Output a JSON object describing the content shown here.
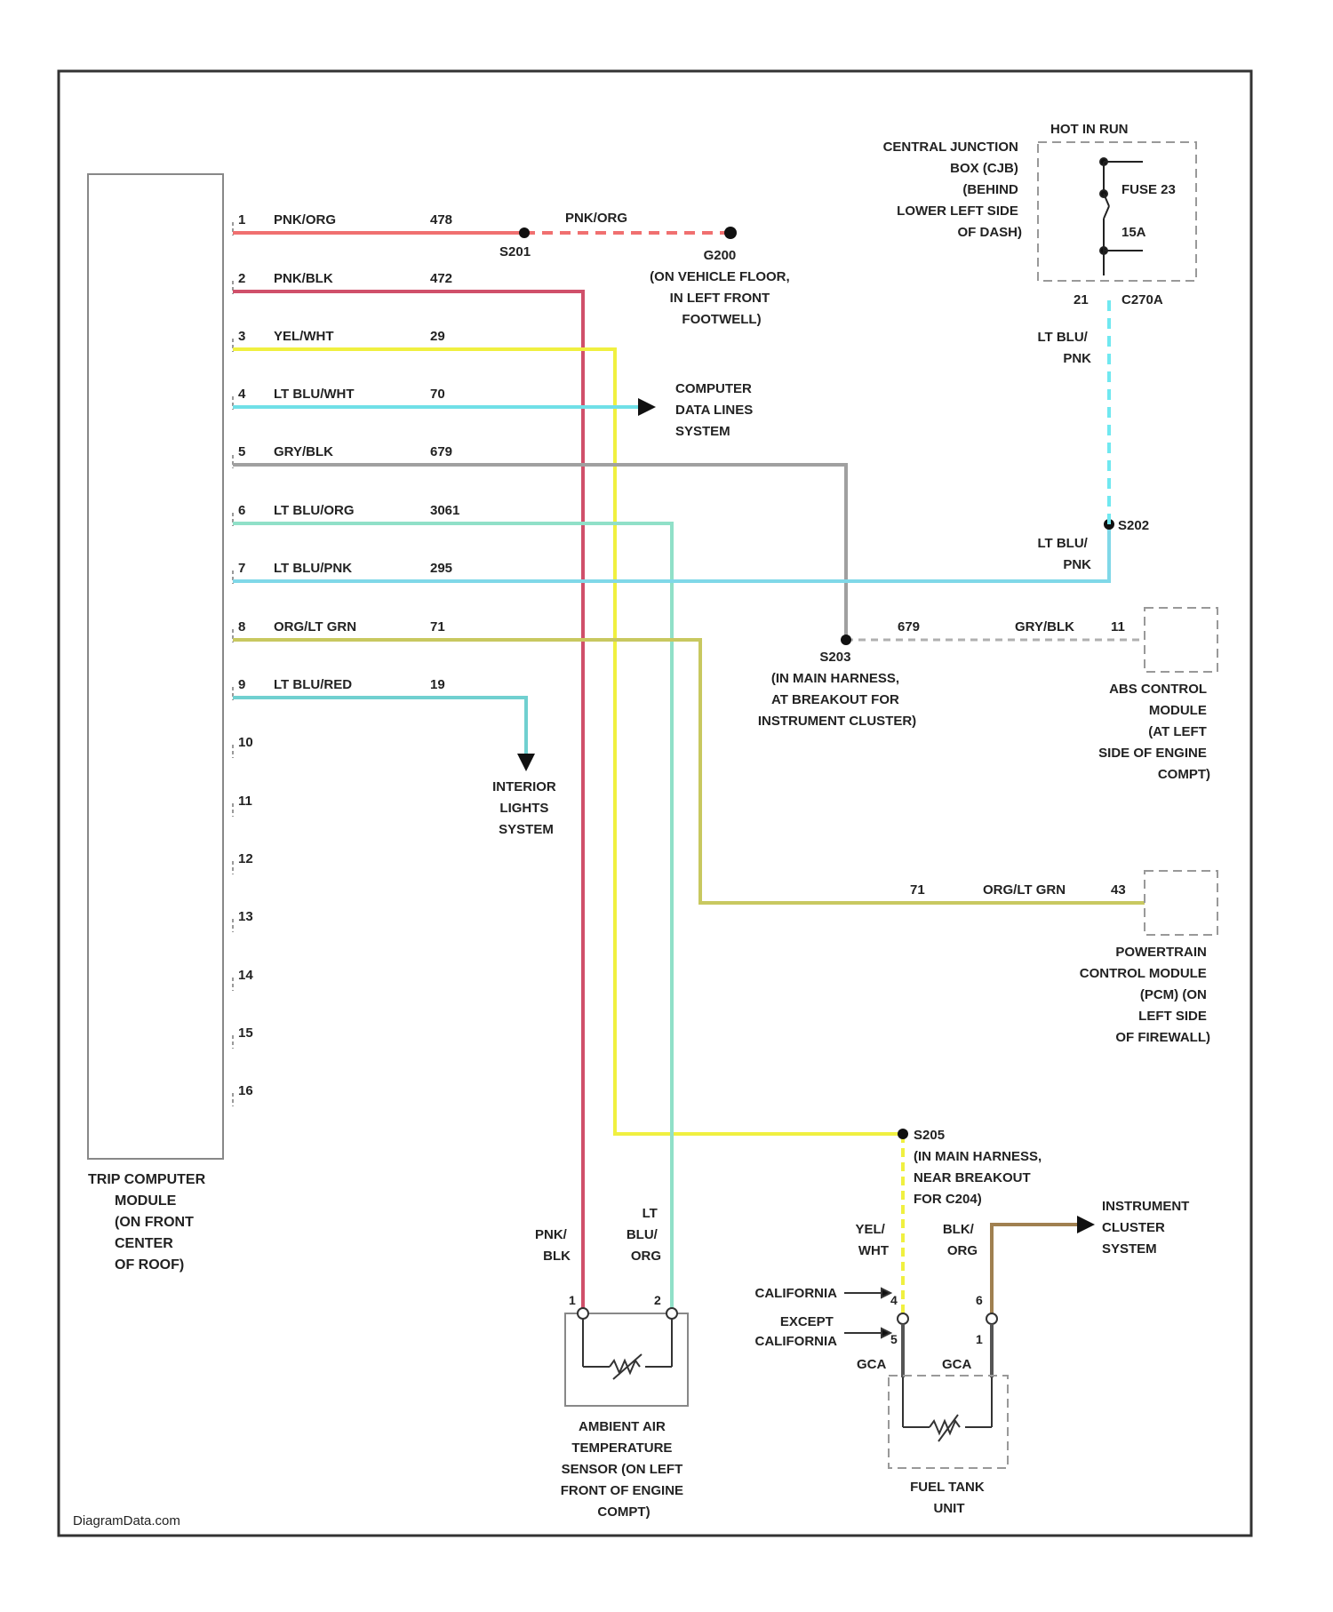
{
  "colors": {
    "pnk_org": "#f07070",
    "pnk_blk": "#d0506a",
    "yel_wht": "#f0f040",
    "lt_blu_wht": "#70e0e8",
    "gry_blk": "#a0a0a0",
    "lt_blu_org": "#90e0c8",
    "lt_blu_pnk": "#80d8e8",
    "org_lt_grn": "#c8c860",
    "lt_blu_red": "#70d0d0",
    "blk_org": "#a08050",
    "gry": "#a0a0a0"
  },
  "module": {
    "label_lines": [
      "TRIP COMPUTER",
      "MODULE",
      "(ON FRONT",
      "CENTER",
      "OF ROOF)"
    ]
  },
  "pins": [
    {
      "num": "1",
      "color": "PNK/ORG",
      "circuit": "478"
    },
    {
      "num": "2",
      "color": "PNK/BLK",
      "circuit": "472"
    },
    {
      "num": "3",
      "color": "YEL/WHT",
      "circuit": "29"
    },
    {
      "num": "4",
      "color": "LT BLU/WHT",
      "circuit": "70"
    },
    {
      "num": "5",
      "color": "GRY/BLK",
      "circuit": "679"
    },
    {
      "num": "6",
      "color": "LT BLU/ORG",
      "circuit": "3061"
    },
    {
      "num": "7",
      "color": "LT BLU/PNK",
      "circuit": "295"
    },
    {
      "num": "8",
      "color": "ORG/LT GRN",
      "circuit": "71"
    },
    {
      "num": "9",
      "color": "LT BLU/RED",
      "circuit": "19"
    },
    {
      "num": "10",
      "color": "",
      "circuit": ""
    },
    {
      "num": "11",
      "color": "",
      "circuit": ""
    },
    {
      "num": "12",
      "color": "",
      "circuit": ""
    },
    {
      "num": "13",
      "color": "",
      "circuit": ""
    },
    {
      "num": "14",
      "color": "",
      "circuit": ""
    },
    {
      "num": "15",
      "color": "",
      "circuit": ""
    },
    {
      "num": "16",
      "color": "",
      "circuit": ""
    }
  ],
  "splices": {
    "s201": "S201",
    "pnk_org_right": "PNK/ORG",
    "g200_lines": [
      "G200",
      "(ON VEHICLE FLOOR,",
      "IN LEFT FRONT",
      "FOOTWELL)"
    ],
    "s202": "S202",
    "s203_lines": [
      "S203",
      "(IN MAIN HARNESS,",
      "AT BREAKOUT FOR",
      "INSTRUMENT CLUSTER)"
    ],
    "s205_lines": [
      "S205",
      "(IN MAIN HARNESS,",
      "NEAR BREAKOUT",
      "FOR C204)"
    ]
  },
  "fuse_box": {
    "label_lines": [
      "CENTRAL JUNCTION",
      "BOX (CJB)",
      "(BEHIND",
      "LOWER LEFT SIDE",
      "OF DASH)"
    ],
    "hot_label": "HOT IN RUN",
    "fuse_name": "FUSE 23",
    "fuse_rating": "15A",
    "pin": "21",
    "connector": "C270A",
    "wire_top": [
      "LT BLU/",
      "PNK"
    ],
    "wire_bottom": [
      "LT BLU/",
      "PNK"
    ]
  },
  "destinations": {
    "data_lines": [
      "COMPUTER",
      "DATA LINES",
      "SYSTEM"
    ],
    "interior_lights": [
      "INTERIOR",
      "LIGHTS",
      "SYSTEM"
    ],
    "instrument_cluster": [
      "INSTRUMENT",
      "CLUSTER",
      "SYSTEM"
    ]
  },
  "abs": {
    "circuit": "679",
    "color": "GRY/BLK",
    "pin": "11",
    "label_lines": [
      "ABS CONTROL",
      "MODULE",
      "(AT LEFT",
      "SIDE OF ENGINE",
      "COMPT)"
    ]
  },
  "pcm": {
    "circuit": "71",
    "color": "ORG/LT GRN",
    "pin": "43",
    "label_lines": [
      "POWERTRAIN",
      "CONTROL MODULE",
      "(PCM) (ON",
      "LEFT SIDE",
      "OF FIREWALL)"
    ]
  },
  "ambient": {
    "wire1": [
      "PNK/",
      "BLK"
    ],
    "wire2": [
      "LT",
      "BLU/",
      "ORG"
    ],
    "pin1": "1",
    "pin2": "2",
    "label_lines": [
      "AMBIENT AIR",
      "TEMPERATURE",
      "SENSOR (ON LEFT",
      "FRONT OF ENGINE",
      "COMPT)"
    ]
  },
  "fuel": {
    "wire_left": [
      "YEL/",
      "WHT"
    ],
    "wire_right": [
      "BLK/",
      "ORG"
    ],
    "california": "CALIFORNIA",
    "except_lines": [
      "EXCEPT",
      "CALIFORNIA"
    ],
    "pin_ca": "4",
    "pin_exc": "5",
    "pin_right_top": "6",
    "pin_right_bot": "1",
    "gauge_left": "GCA",
    "gauge_right": "GCA",
    "label_lines": [
      "FUEL TANK",
      "UNIT"
    ]
  },
  "watermark": "DiagramData.com"
}
